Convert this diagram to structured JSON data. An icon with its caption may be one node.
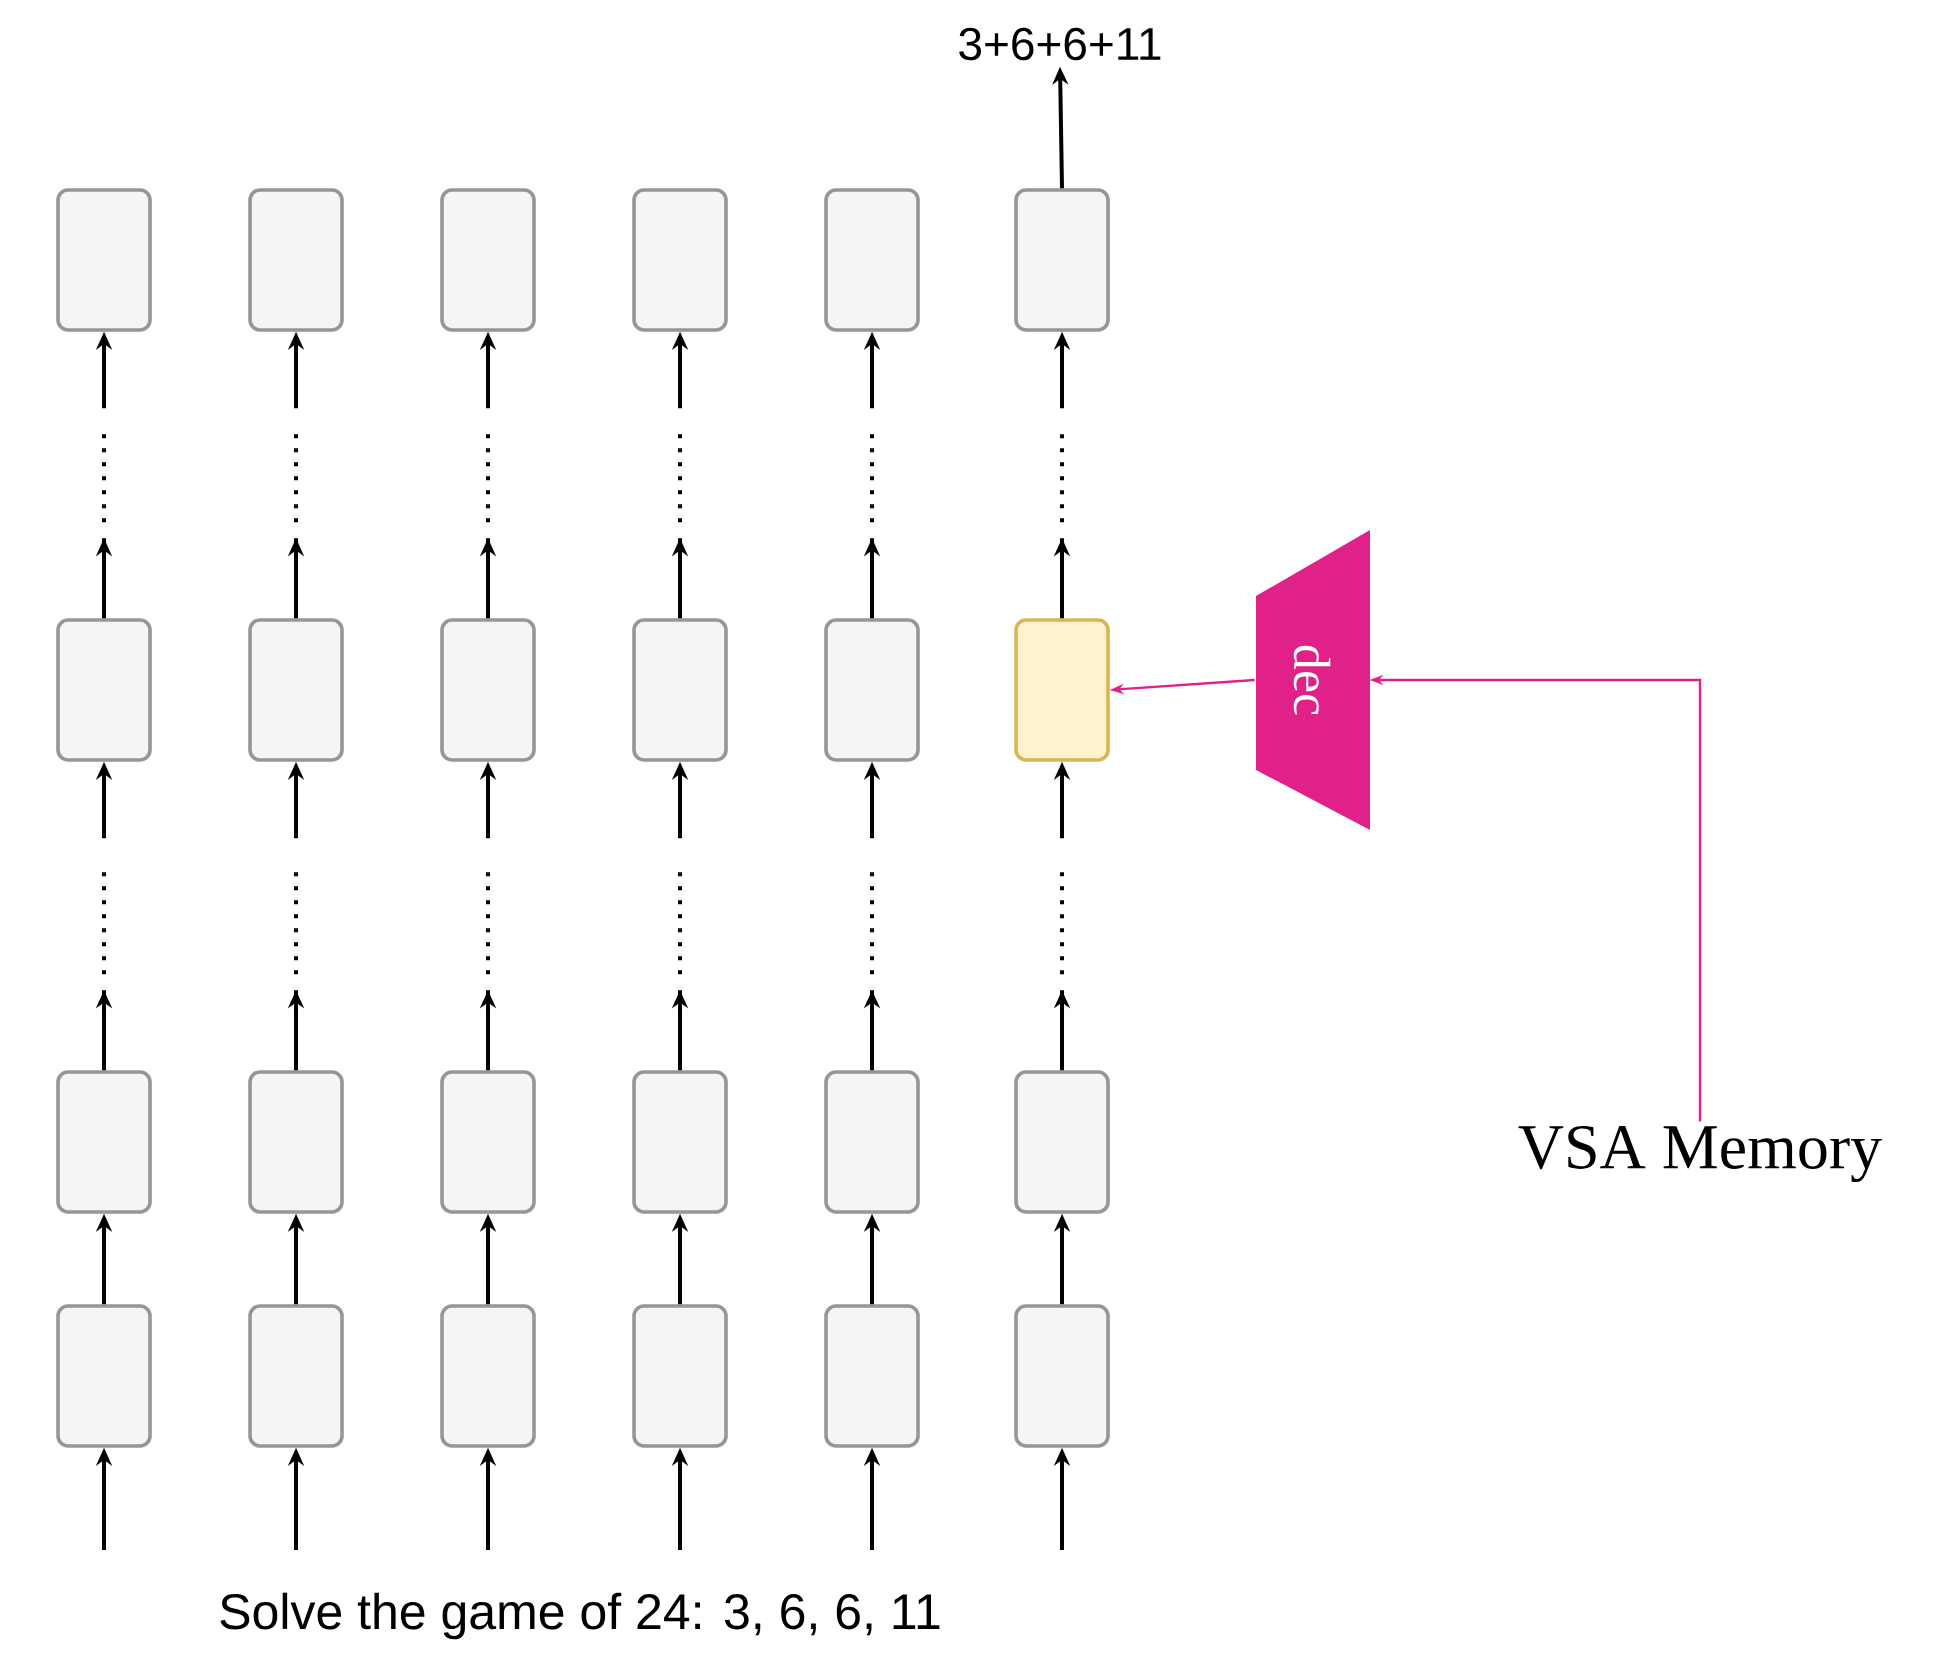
{
  "diagram": {
    "nodes": [
      {
        "text": [
          "3+6+6+11"
        ]
      },
      {
        "text": [],
        "shape": "box"
      },
      {
        "text": [],
        "shape": "box"
      },
      {
        "text": [],
        "shape": "box"
      },
      {
        "text": [],
        "shape": "box"
      },
      {
        "text": [],
        "shape": "box"
      },
      {
        "text": [],
        "shape": "box"
      },
      {
        "text": [],
        "shape": "box"
      },
      {
        "text": [],
        "shape": "box"
      },
      {
        "text": [],
        "shape": "box"
      },
      {
        "text": [],
        "shape": "box"
      },
      {
        "text": [],
        "shape": "box"
      },
      {
        "text": [],
        "shape": "box"
      },
      {
        "text": [],
        "shape": "box"
      },
      {
        "text": [],
        "shape": "box"
      },
      {
        "text": [],
        "shape": "box"
      },
      {
        "text": [],
        "shape": "box"
      },
      {
        "text": [],
        "shape": "box"
      },
      {
        "text": [],
        "shape": "box"
      },
      {
        "text": [],
        "shape": "box"
      },
      {
        "text": [],
        "shape": "box"
      },
      {
        "text": [],
        "shape": "box"
      },
      {
        "text": [],
        "shape": "box"
      },
      {
        "text": [],
        "shape": "box"
      },
      {
        "text": [],
        "shape": "box"
      },
      {
        "text": [
          "dec"
        ]
      },
      {
        "text": [
          "VSA Memory"
        ]
      }
    ],
    "edges": [
      {
        "from": null,
        "to": 19,
        "arrow": "to"
      },
      {
        "from": null,
        "to": 20,
        "arrow": "to"
      },
      {
        "from": null,
        "to": 21,
        "arrow": "to"
      },
      {
        "from": null,
        "to": 22,
        "arrow": "to"
      },
      {
        "from": null,
        "to": 23,
        "arrow": "to"
      },
      {
        "from": null,
        "to": 24,
        "arrow": "to"
      },
      {
        "from": 19,
        "to": 13,
        "arrow": "to"
      },
      {
        "from": 20,
        "to": 14,
        "arrow": "to"
      },
      {
        "from": 21,
        "to": 15,
        "arrow": "to"
      },
      {
        "from": 22,
        "to": 16,
        "arrow": "to"
      },
      {
        "from": 23,
        "to": 17,
        "arrow": "to"
      },
      {
        "from": 24,
        "to": 18,
        "arrow": "to"
      },
      {
        "from": 13,
        "to": 7,
        "arrow": "to",
        "style": "dashed"
      },
      {
        "from": 14,
        "to": 8,
        "arrow": "to",
        "style": "dashed"
      },
      {
        "from": 15,
        "to": 9,
        "arrow": "to",
        "style": "dashed"
      },
      {
        "from": 16,
        "to": 10,
        "arrow": "to",
        "style": "dashed"
      },
      {
        "from": 17,
        "to": 11,
        "arrow": "to",
        "style": "dashed"
      },
      {
        "from": 18,
        "to": 12,
        "arrow": "to",
        "style": "dashed"
      },
      {
        "from": 7,
        "to": 1,
        "arrow": "to",
        "style": "dashed"
      },
      {
        "from": 8,
        "to": 2,
        "arrow": "to",
        "style": "dashed"
      },
      {
        "from": 9,
        "to": 3,
        "arrow": "to",
        "style": "dashed"
      },
      {
        "from": 10,
        "to": 4,
        "arrow": "to",
        "style": "dashed"
      },
      {
        "from": 11,
        "to": 5,
        "arrow": "to",
        "style": "dashed"
      },
      {
        "from": 12,
        "to": 6,
        "arrow": "to",
        "style": "dashed"
      },
      {
        "from": 6,
        "to": 0,
        "arrow": "to"
      },
      {
        "from": 26,
        "to": 25,
        "arrow": "to",
        "color": "#e0218a"
      },
      {
        "from": 25,
        "to": 12,
        "arrow": "to",
        "color": "#e0218a"
      }
    ],
    "labels": [
      "Solve the game of 24: 3, 6, 6, 11"
    ]
  }
}
